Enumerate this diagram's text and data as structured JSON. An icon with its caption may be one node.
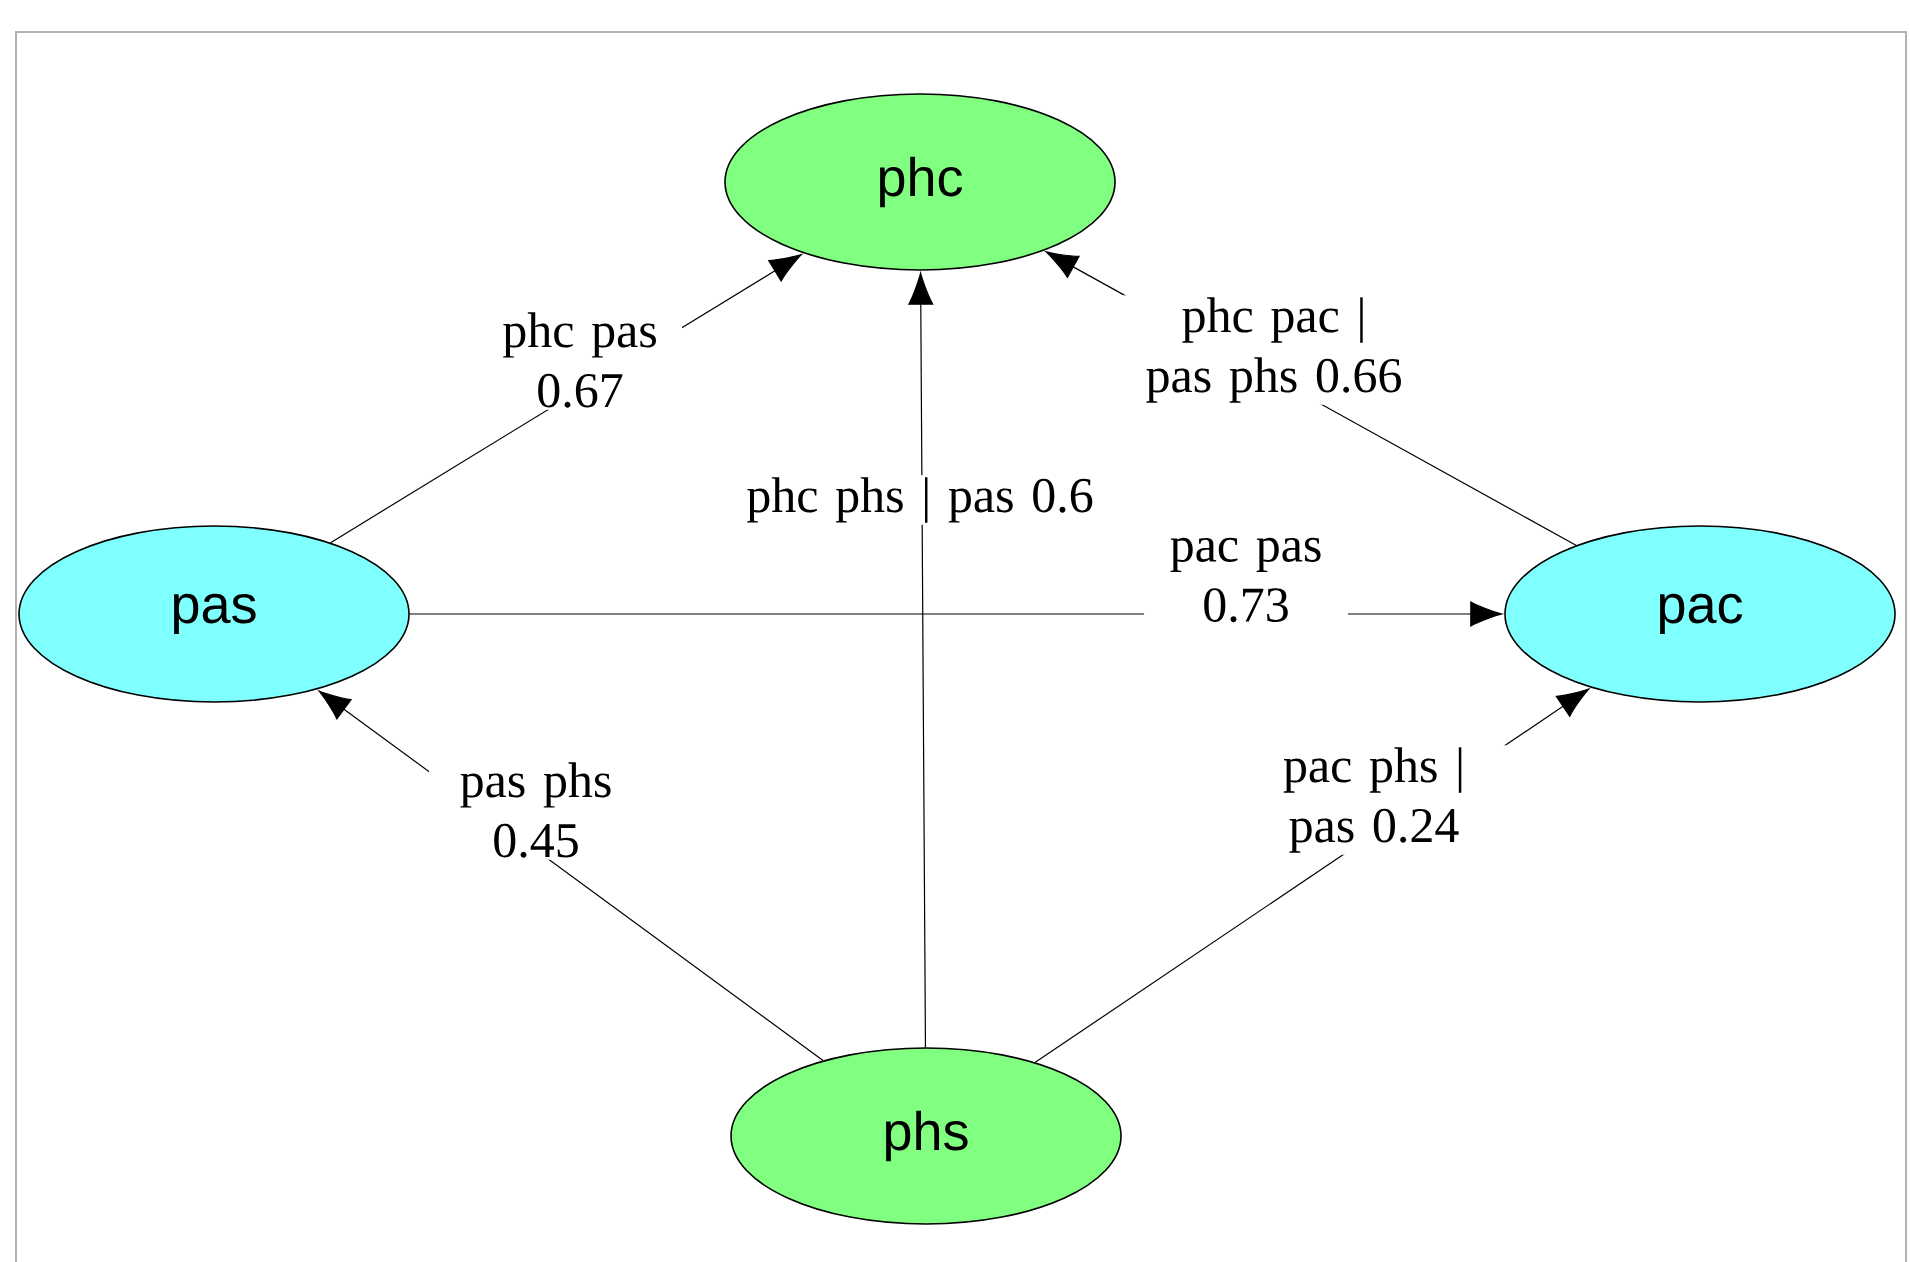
{
  "diagram": {
    "nodes": [
      {
        "text": [
          "phc"
        ]
      },
      {
        "text": [
          "pas"
        ]
      },
      {
        "text": [
          "pac"
        ]
      },
      {
        "text": [
          "phs"
        ]
      }
    ],
    "edges": [
      {
        "from": 1,
        "to": 0,
        "arrow": "to",
        "label": "phc pas 0.67"
      },
      {
        "from": 3,
        "to": 0,
        "arrow": "to",
        "label": "phc phs | pas 0.6"
      },
      {
        "from": 2,
        "to": 0,
        "arrow": "to",
        "label": "phc pac | pas phs 0.66"
      },
      {
        "from": 1,
        "to": 2,
        "arrow": "to",
        "label": "pac pas 0.73"
      },
      {
        "from": 3,
        "to": 1,
        "arrow": "to",
        "label": "pas phs 0.45"
      },
      {
        "from": 3,
        "to": 2,
        "arrow": "to",
        "label": "pac phs | pas 0.24"
      }
    ]
  }
}
